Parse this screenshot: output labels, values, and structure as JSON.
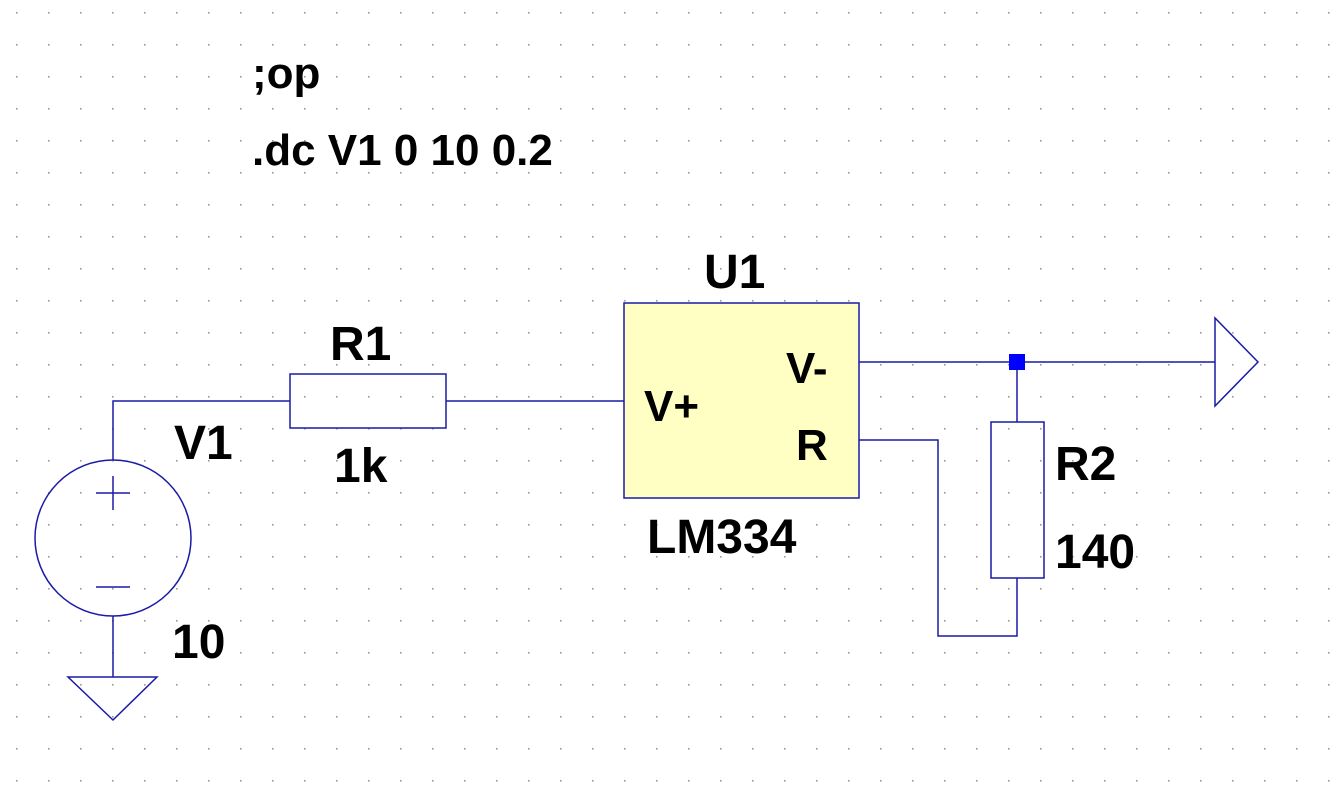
{
  "directives": [
    ";op",
    ".dc V1 0 10 0.2"
  ],
  "components": {
    "v1": {
      "ref": "V1",
      "value": "10",
      "plus_sign": "+",
      "minus_sign": "−"
    },
    "r1": {
      "ref": "R1",
      "value": "1k"
    },
    "u1": {
      "ref": "U1",
      "value": "LM334",
      "pins": {
        "vplus": "V+",
        "vminus": "V-",
        "r": "R"
      }
    },
    "r2": {
      "ref": "R2",
      "value": "140"
    }
  },
  "colors": {
    "wire": "#1a1aa6",
    "ic_fill": "#ffffc4",
    "junction": "#0000ff",
    "grid_dot": "#9a9a9a"
  }
}
